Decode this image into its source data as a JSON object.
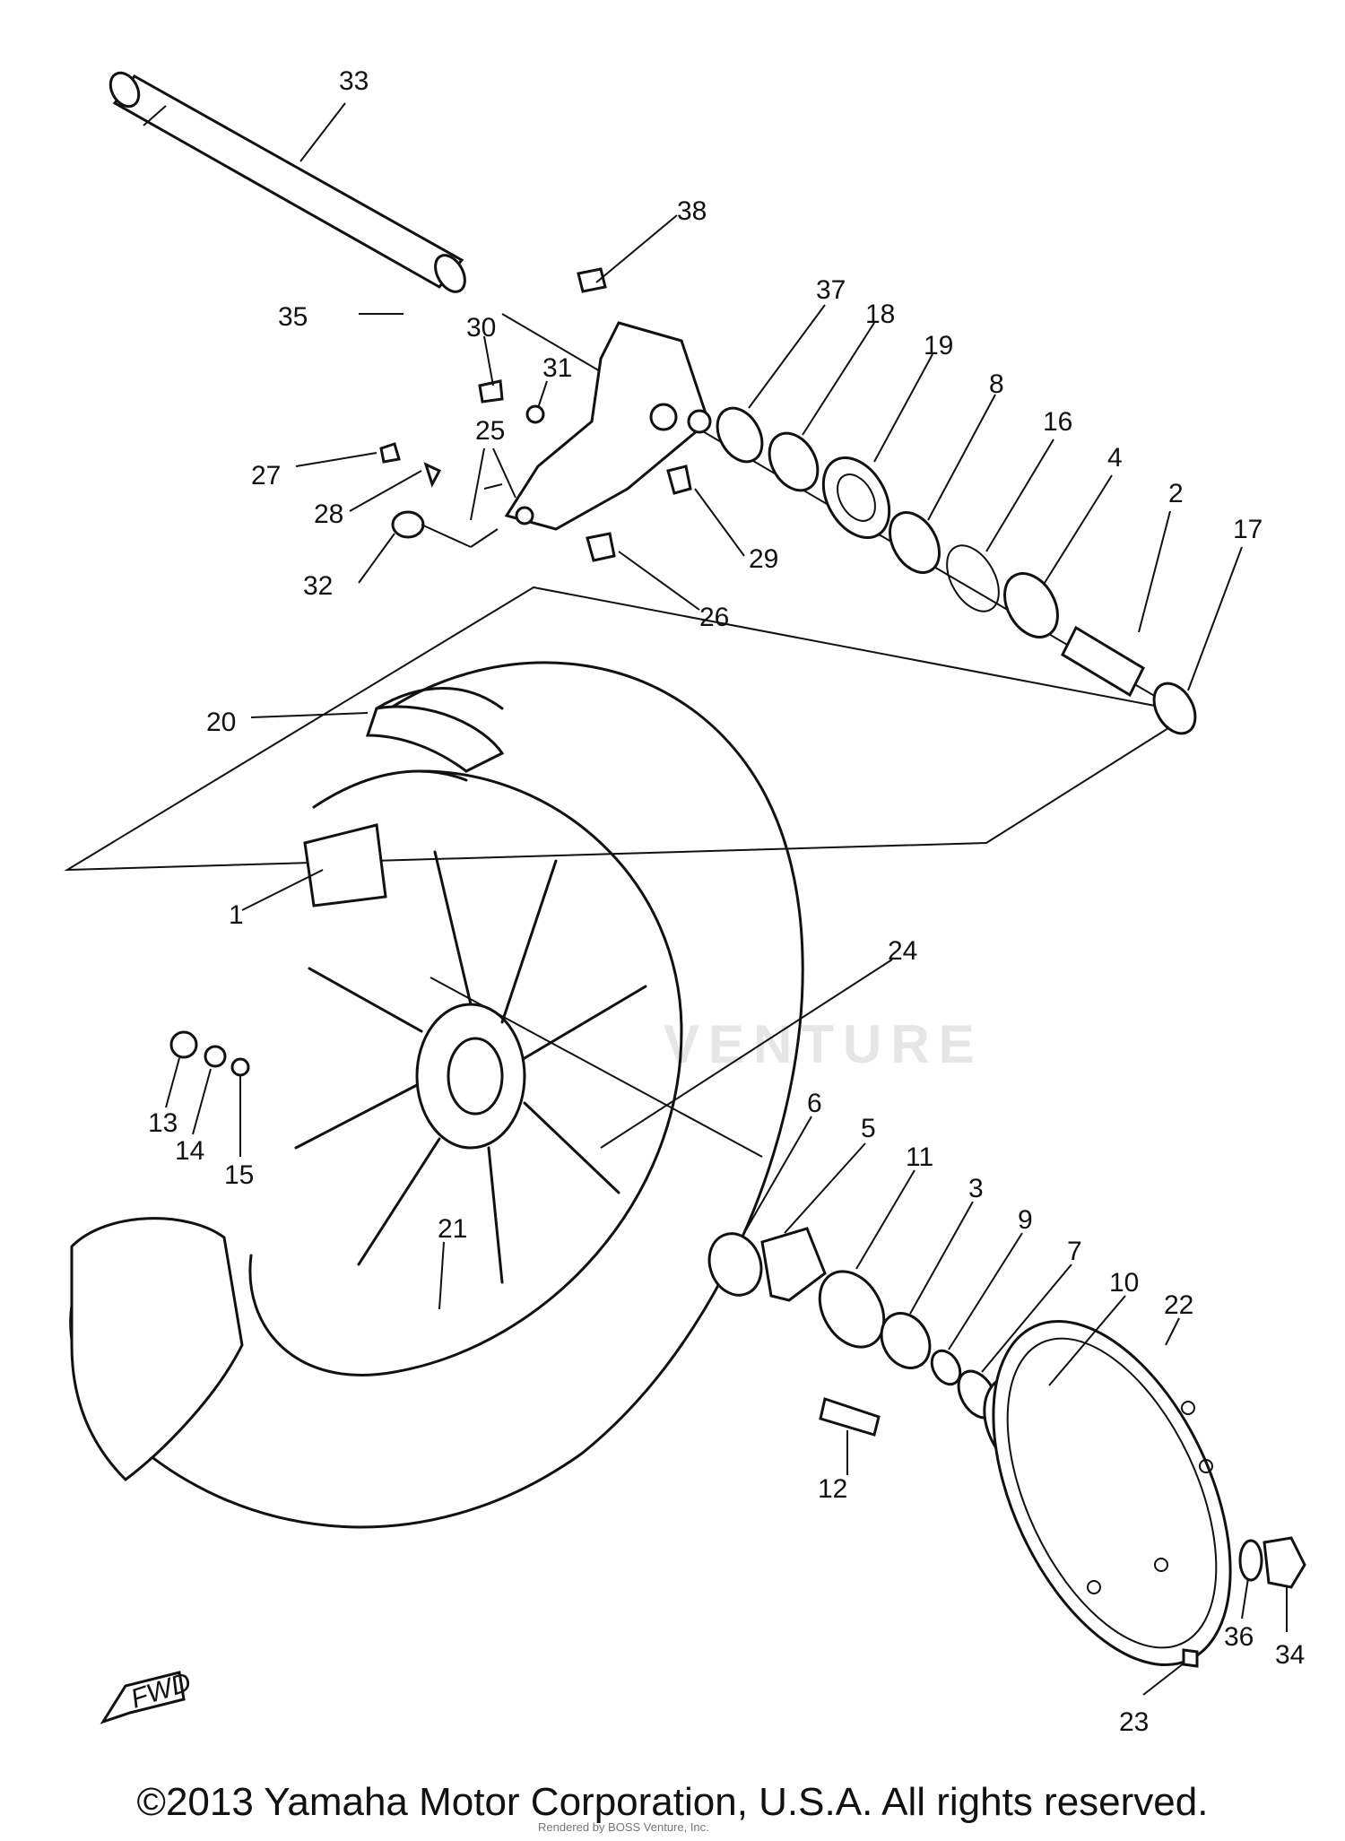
{
  "diagram": {
    "labels": [
      {
        "id": "33",
        "text": "33"
      },
      {
        "id": "38",
        "text": "38"
      },
      {
        "id": "35",
        "text": "35"
      },
      {
        "id": "30",
        "text": "30"
      },
      {
        "id": "31",
        "text": "31"
      },
      {
        "id": "37",
        "text": "37"
      },
      {
        "id": "18",
        "text": "18"
      },
      {
        "id": "19",
        "text": "19"
      },
      {
        "id": "8",
        "text": "8"
      },
      {
        "id": "16",
        "text": "16"
      },
      {
        "id": "4",
        "text": "4"
      },
      {
        "id": "2",
        "text": "2"
      },
      {
        "id": "17",
        "text": "17"
      },
      {
        "id": "25",
        "text": "25"
      },
      {
        "id": "27",
        "text": "27"
      },
      {
        "id": "28",
        "text": "28"
      },
      {
        "id": "29",
        "text": "29"
      },
      {
        "id": "32",
        "text": "32"
      },
      {
        "id": "26",
        "text": "26"
      },
      {
        "id": "20",
        "text": "20"
      },
      {
        "id": "1",
        "text": "1"
      },
      {
        "id": "24",
        "text": "24"
      },
      {
        "id": "13",
        "text": "13"
      },
      {
        "id": "14",
        "text": "14"
      },
      {
        "id": "15",
        "text": "15"
      },
      {
        "id": "6",
        "text": "6"
      },
      {
        "id": "5",
        "text": "5"
      },
      {
        "id": "11",
        "text": "11"
      },
      {
        "id": "3",
        "text": "3"
      },
      {
        "id": "9",
        "text": "9"
      },
      {
        "id": "7",
        "text": "7"
      },
      {
        "id": "10",
        "text": "10"
      },
      {
        "id": "22",
        "text": "22"
      },
      {
        "id": "21",
        "text": "21"
      },
      {
        "id": "12",
        "text": "12"
      },
      {
        "id": "36",
        "text": "36"
      },
      {
        "id": "34",
        "text": "34"
      },
      {
        "id": "23",
        "text": "23"
      }
    ],
    "fwd_label": "FWD",
    "watermark": "VENTURE"
  },
  "footer": {
    "copyright": "©2013 Yamaha Motor Corporation, U.S.A. All rights reserved.",
    "faint_text": "Rendered by BOSS Venture, Inc."
  }
}
